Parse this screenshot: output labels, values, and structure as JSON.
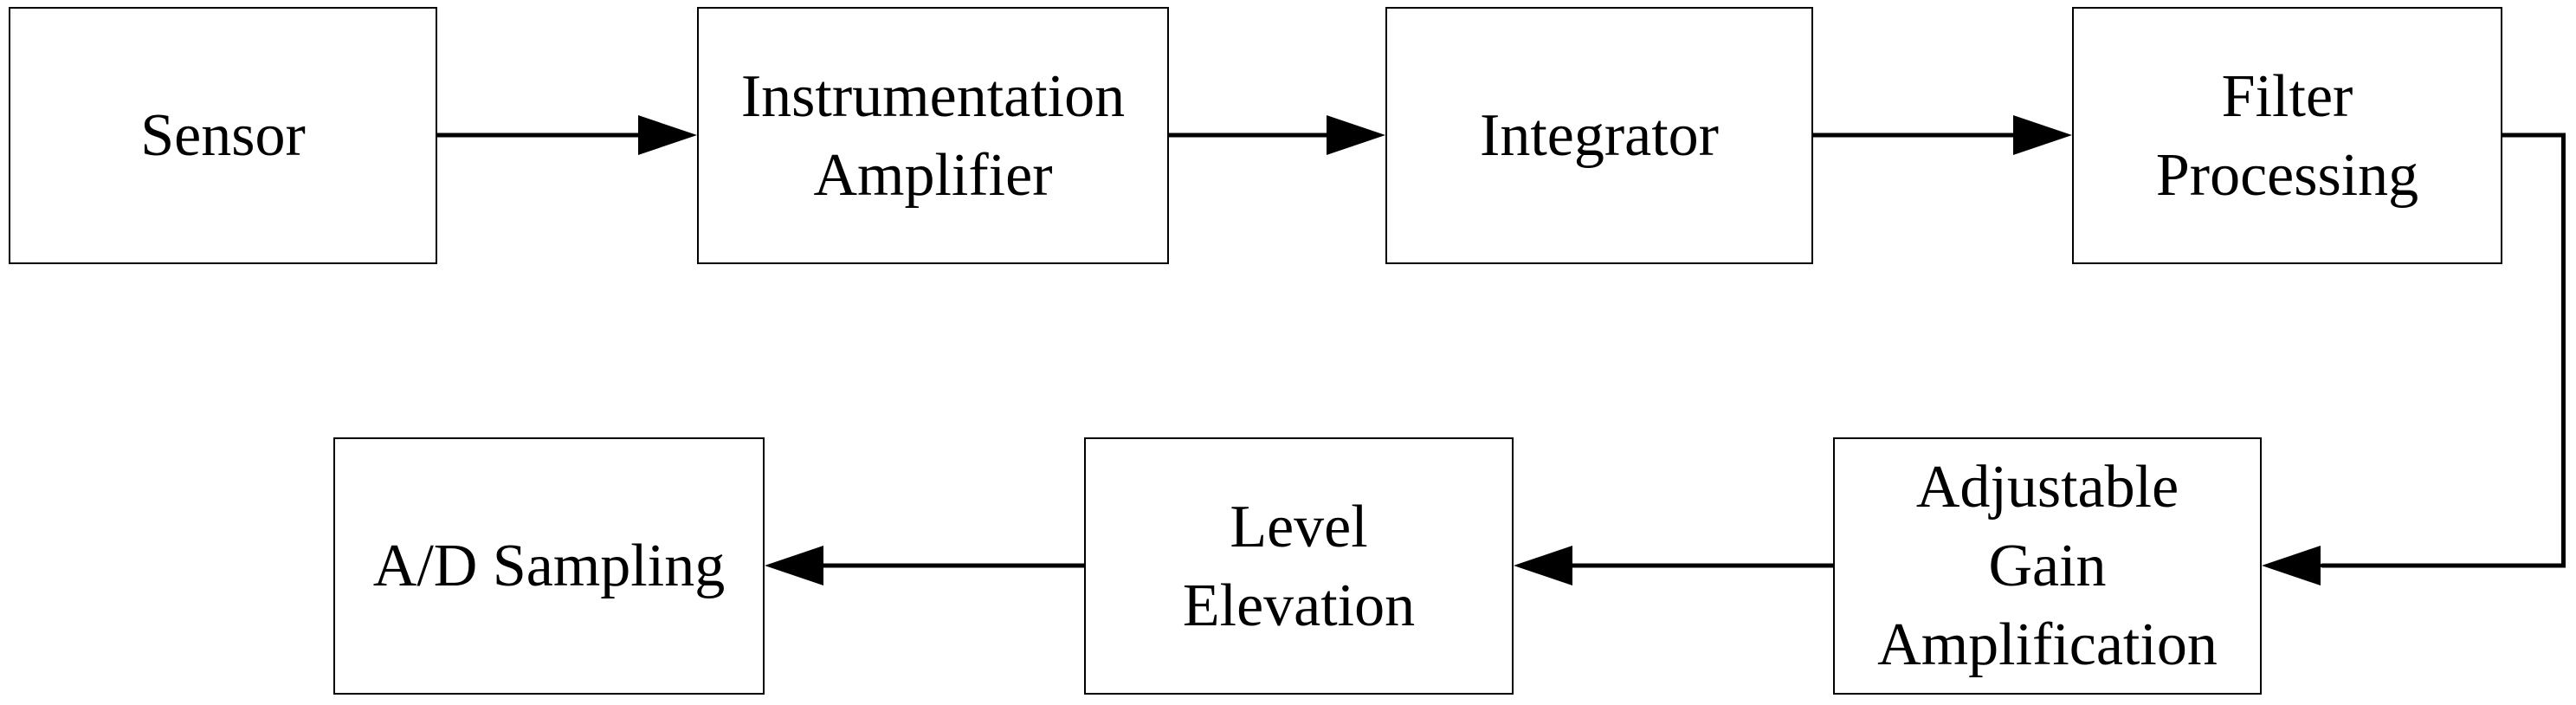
{
  "diagram": {
    "type": "block-flow-diagram",
    "background_color": "#ffffff",
    "line_color": "#000000",
    "nodes": [
      {
        "id": "sensor",
        "label": "Sensor",
        "lines": [
          "Sensor"
        ]
      },
      {
        "id": "inamp",
        "label": "Instrumentation Amplifier",
        "lines": [
          "Instrumentation",
          "Amplifier"
        ]
      },
      {
        "id": "integrator",
        "label": "Integrator",
        "lines": [
          "Integrator"
        ]
      },
      {
        "id": "filter",
        "label": "Filter Processing",
        "lines": [
          "Filter",
          "Processing"
        ]
      },
      {
        "id": "adjgain",
        "label": "Adjustable Gain Amplification",
        "lines": [
          "Adjustable",
          "Gain",
          "Amplification"
        ]
      },
      {
        "id": "level",
        "label": "Level Elevation",
        "lines": [
          "Level",
          "Elevation"
        ]
      },
      {
        "id": "adsampling",
        "label": "A/D Sampling",
        "lines": [
          "A/D Sampling"
        ]
      }
    ],
    "edges": [
      {
        "from": "Sensor",
        "to": "Instrumentation Amplifier"
      },
      {
        "from": "Instrumentation Amplifier",
        "to": "Integrator"
      },
      {
        "from": "Integrator",
        "to": "Filter Processing"
      },
      {
        "from": "Filter Processing",
        "to": "Adjustable Gain Amplification"
      },
      {
        "from": "Adjustable Gain Amplification",
        "to": "Level Elevation"
      },
      {
        "from": "Level Elevation",
        "to": "A/D Sampling"
      }
    ]
  }
}
